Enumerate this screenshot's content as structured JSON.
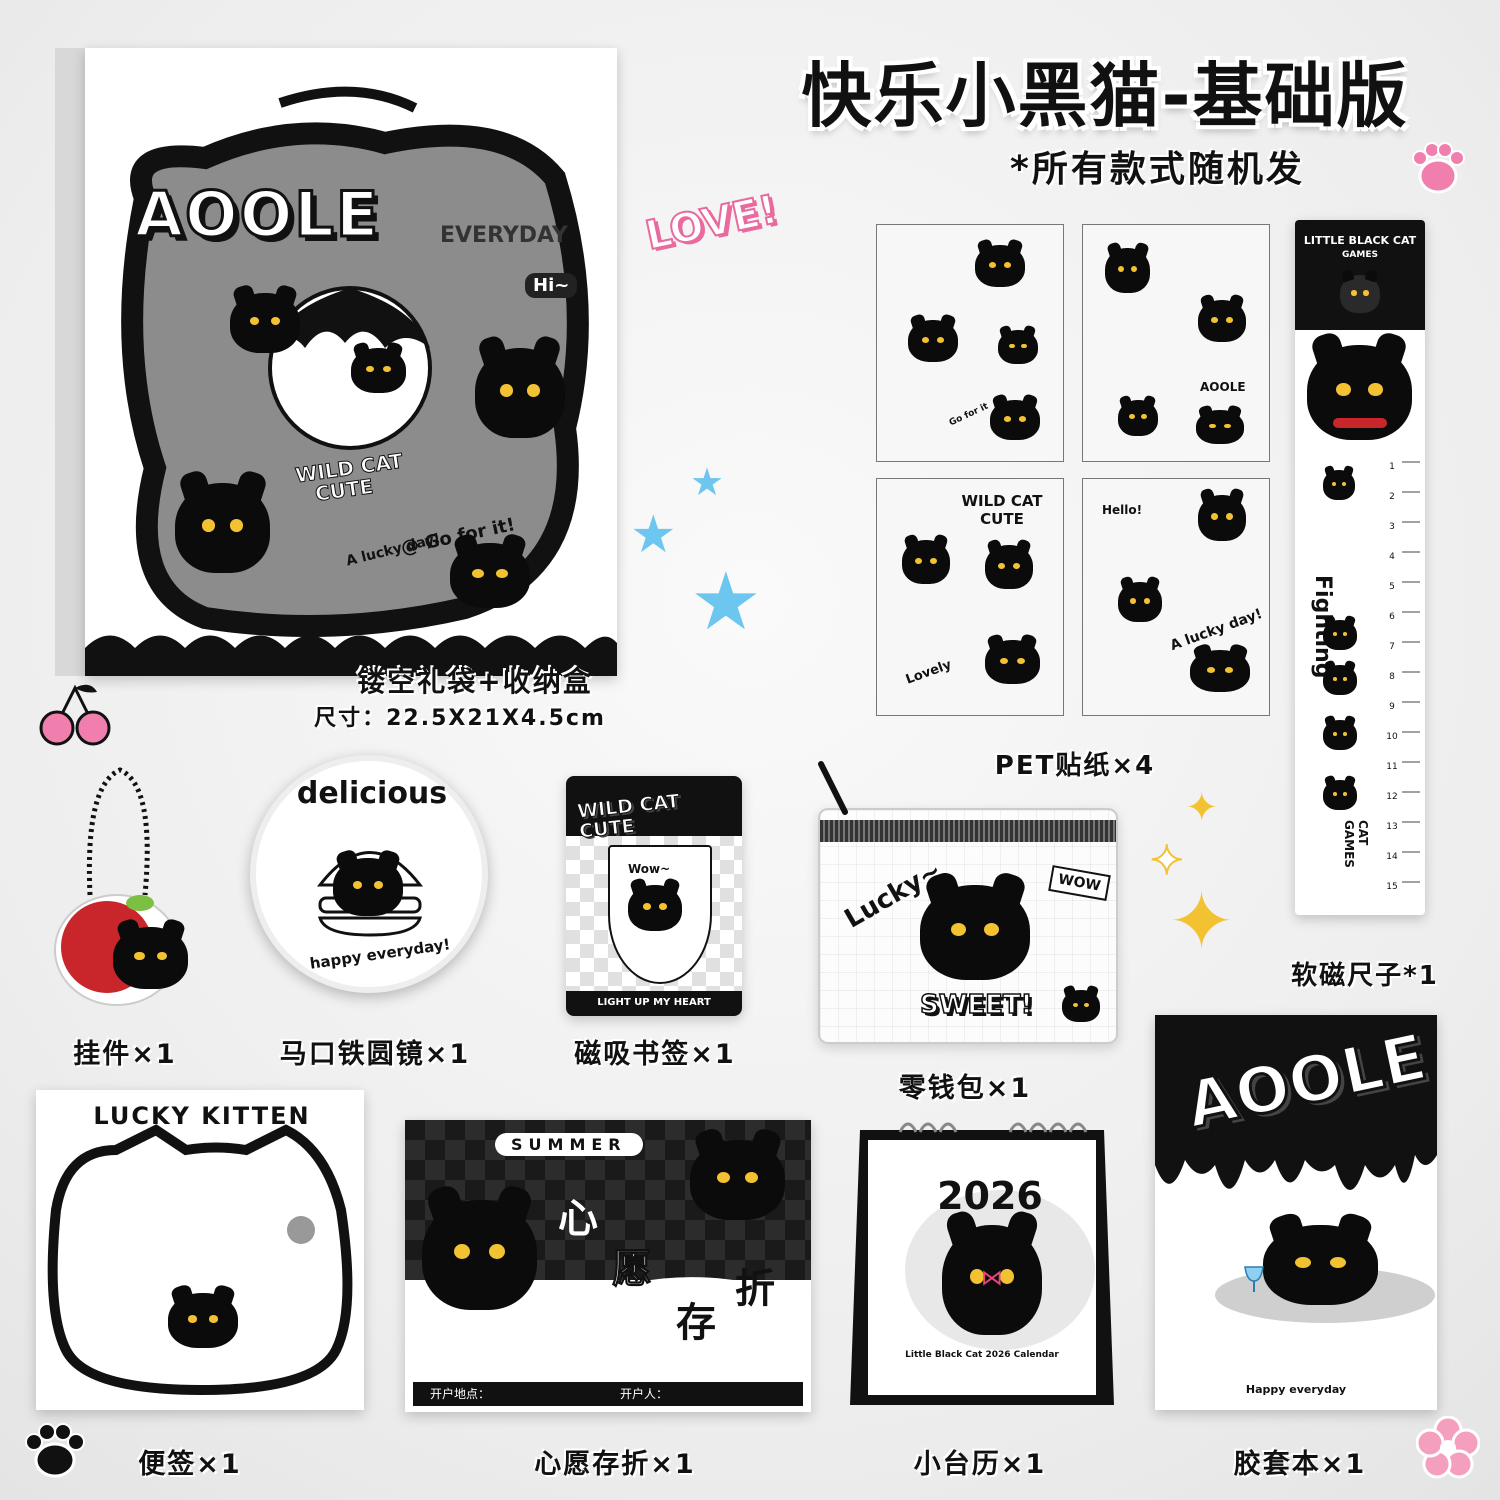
{
  "title": "快乐小黑猫-基础版",
  "subtitle": "*所有款式随机发",
  "bag": {
    "brand": "AOOLE",
    "label": "镂空礼袋+收纳盒",
    "size": "尺寸：22.5X21X4.5cm",
    "texts": [
      "EVERYDAY",
      "Hi~",
      "WILD CAT",
      "CUTE",
      "@ Go for it!",
      "A lucky day!"
    ]
  },
  "love_text": "LOVE!",
  "stickers": {
    "label": "PET贴纸×4",
    "texts": [
      "AOOLE",
      "WILD CAT CUTE",
      "Hello!",
      "A lucky day!",
      "Lovely",
      "Go for it"
    ]
  },
  "ruler": {
    "label": "软磁尺子*1",
    "header": "LITTLE BLACK CAT",
    "header_sub": "GAMES",
    "word": "Fighting",
    "footer": "CAT GAMES",
    "ticks": [
      "1",
      "2",
      "3",
      "4",
      "5",
      "6",
      "7",
      "8",
      "9",
      "10",
      "11",
      "12",
      "13",
      "14",
      "15"
    ]
  },
  "items": {
    "keychain": {
      "label": "挂件×1"
    },
    "mirror": {
      "label": "马口铁圆镜×1",
      "top_text": "delicious",
      "bottom_text": "happy everyday!"
    },
    "bookmark": {
      "label": "磁吸书签×1",
      "top_text": "WILD CAT CUTE",
      "bubble": "Wow~",
      "bottom_text": "LIGHT UP MY HEART"
    },
    "pouch": {
      "label": "零钱包×1",
      "text1": "Lucky~",
      "text2": "SWEET!",
      "bubble": "WOW"
    },
    "memo": {
      "label": "便签×1",
      "header": "LUCKY KITTEN"
    },
    "passbook": {
      "label": "心愿存折×1",
      "badge": "SUMMER",
      "chars": [
        "心",
        "愿",
        "存",
        "折"
      ],
      "field1": "开户地点：",
      "field2": "开户人："
    },
    "calendar": {
      "label": "小台历×1",
      "year": "2026",
      "caption": "Little Black Cat 2026 Calendar"
    },
    "notebook": {
      "label": "胶套本×1",
      "brand": "AOOLE",
      "caption": "Happy everyday"
    }
  }
}
